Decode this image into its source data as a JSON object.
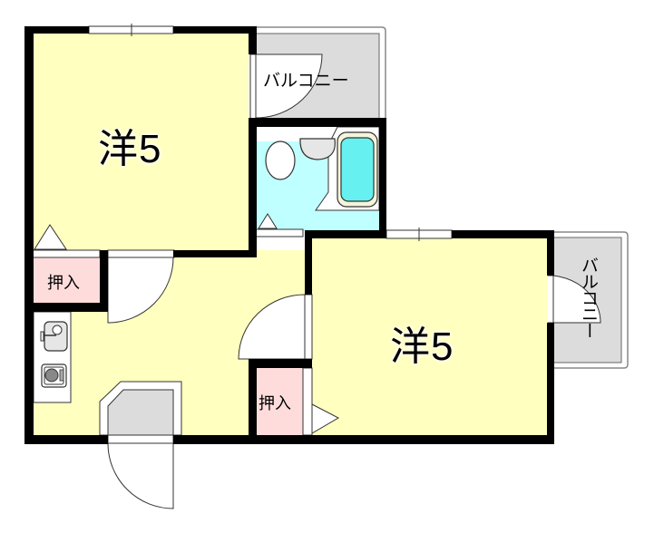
{
  "floor_plan": {
    "rooms": [
      {
        "id": "western-room-1",
        "label": "洋5",
        "type": "western-style room",
        "size_jo": 5
      },
      {
        "id": "western-room-2",
        "label": "洋5",
        "type": "western-style room",
        "size_jo": 5
      }
    ],
    "closets": [
      {
        "id": "closet-1",
        "label": "押入"
      },
      {
        "id": "closet-2",
        "label": "押入"
      }
    ],
    "balconies": [
      {
        "id": "balcony-1",
        "label": "バルコニー"
      },
      {
        "id": "balcony-2",
        "label": "バルコニー"
      }
    ],
    "fixtures": [
      "toilet",
      "washbasin",
      "bathtub",
      "kitchen-sink",
      "stove",
      "entrance-shoe-box"
    ],
    "colors": {
      "room": "#ffffc0",
      "closet": "#ffdcdc",
      "bathroom": "#c0ffff",
      "bathtub": "#66f0f0",
      "balcony": "#dcdcdc",
      "wall": "#000000",
      "fixture": "#e8e8e8"
    }
  }
}
